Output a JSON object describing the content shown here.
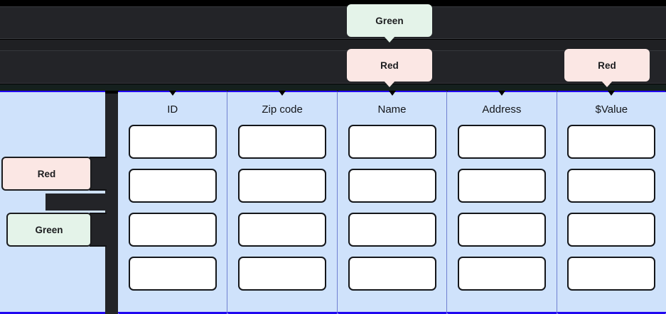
{
  "theme": {
    "dark_band": "#232428",
    "panel_blue": "#cfe2fb",
    "accent_blue": "#2008f0",
    "chip_green_bg": "#e4f3e9",
    "chip_red_bg": "#fbe7e4",
    "cell_border": "#14161a",
    "text_dark": "#14161a"
  },
  "tooltips": {
    "top_green": {
      "label": "Green",
      "color": "green"
    },
    "top_red": {
      "label": "Red",
      "color": "red"
    },
    "right_red": {
      "label": "Red",
      "color": "red"
    }
  },
  "sidebar": {
    "chips": [
      {
        "label": "Red",
        "color": "red"
      },
      {
        "label": "Green",
        "color": "green"
      }
    ]
  },
  "table": {
    "columns": [
      {
        "header": "ID",
        "rows": [
          "",
          "",
          "",
          ""
        ]
      },
      {
        "header": "Zip code",
        "rows": [
          "",
          "",
          "",
          ""
        ]
      },
      {
        "header": "Name",
        "rows": [
          "",
          "",
          "",
          ""
        ]
      },
      {
        "header": "Address",
        "rows": [
          "",
          "",
          "",
          ""
        ]
      },
      {
        "header": "$Value",
        "rows": [
          "",
          "",
          "",
          ""
        ]
      }
    ],
    "row_count": 4
  }
}
